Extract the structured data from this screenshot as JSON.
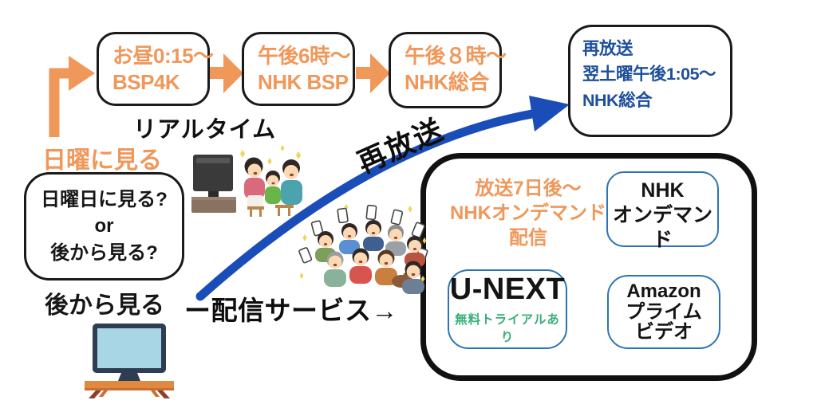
{
  "diagram": {
    "decision_box": {
      "line1": "日曜日に見る?",
      "line2": "or",
      "line3": "後から見る?"
    },
    "watch_sunday_label": "日曜に見る",
    "watch_later_label": "後から見る",
    "realtime_label": "リアルタイム",
    "rebroadcast_arrow_label": "再放送",
    "streaming_arrow_label": "ー配信サービス→",
    "realtime_steps": [
      {
        "time": "お昼0:15〜",
        "channel": "BSP4K"
      },
      {
        "time": "午後6時〜",
        "channel": "NHK BSP"
      },
      {
        "time": "午後８時〜",
        "channel": "NHK総合"
      }
    ],
    "rebroadcast_box": {
      "line1": "再放送",
      "line2": "翌土曜午後1:05〜",
      "line3": "NHK総合"
    },
    "streaming": {
      "heading": {
        "line1": "放送7日後〜",
        "line2": "NHKオンデマンド",
        "line3": "配信"
      },
      "services": {
        "nhk_ondemand": {
          "line1": "NHK",
          "line2": "オンデマンド"
        },
        "unext": {
          "name": "U-NEXT",
          "note": "無料トライアルあり"
        },
        "amazon": {
          "line1": "Amazon",
          "line2": "プライム",
          "line3": "ビデオ"
        }
      }
    },
    "colors": {
      "orange": "#f0975a",
      "rebroadcast_text_blue": "#1d4f9c",
      "arrow_blue": "#1b4db8",
      "trial_green": "#3aae7a",
      "service_border_blue": "#2e74b5",
      "outline_black": "#1a1a1a"
    },
    "illustrations": {
      "family": "family-watching-tv",
      "crowd": "crowd-holding-smartphones",
      "tv": "tv-on-stand"
    }
  }
}
